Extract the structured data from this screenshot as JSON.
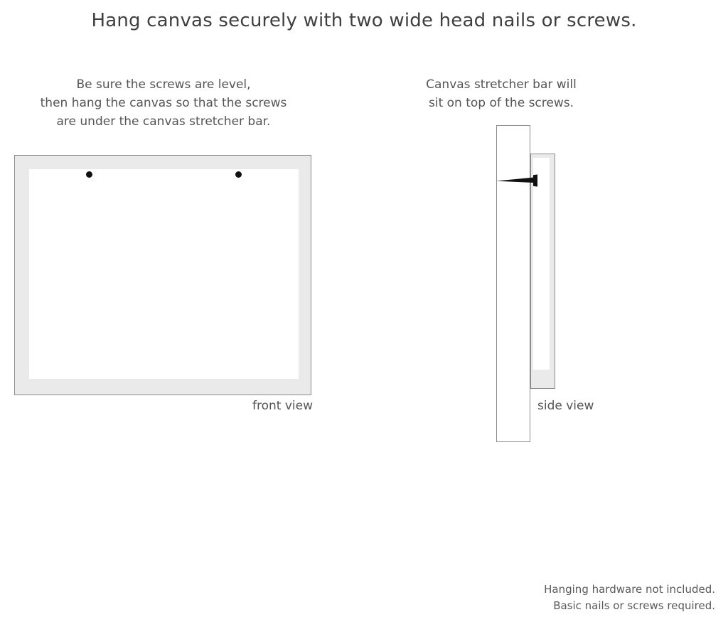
{
  "headline": "Hang canvas securely with two wide head nails or screws.",
  "front_panel": {
    "caption_lines": [
      "Be sure the screws are level,",
      "then hang the canvas so that the screws",
      "are under the canvas stretcher bar."
    ],
    "view_label": "front view",
    "screw_count": 2,
    "colors": {
      "frame_fill": "#eaeaea",
      "frame_stroke": "#8c8c8c",
      "canvas_fill": "#ffffff",
      "screw_head": "#111111"
    }
  },
  "side_panel": {
    "caption_lines": [
      "Canvas stretcher bar will",
      "sit on top of the screws."
    ],
    "view_label": "side view",
    "colors": {
      "stretcher_bar_fill": "#ffffff",
      "wall_fill": "#eaeaea",
      "stroke": "#8c8c8c",
      "nail": "#111111"
    }
  },
  "footer_lines": [
    "Hanging hardware not included.",
    "Basic nails or screws required."
  ]
}
